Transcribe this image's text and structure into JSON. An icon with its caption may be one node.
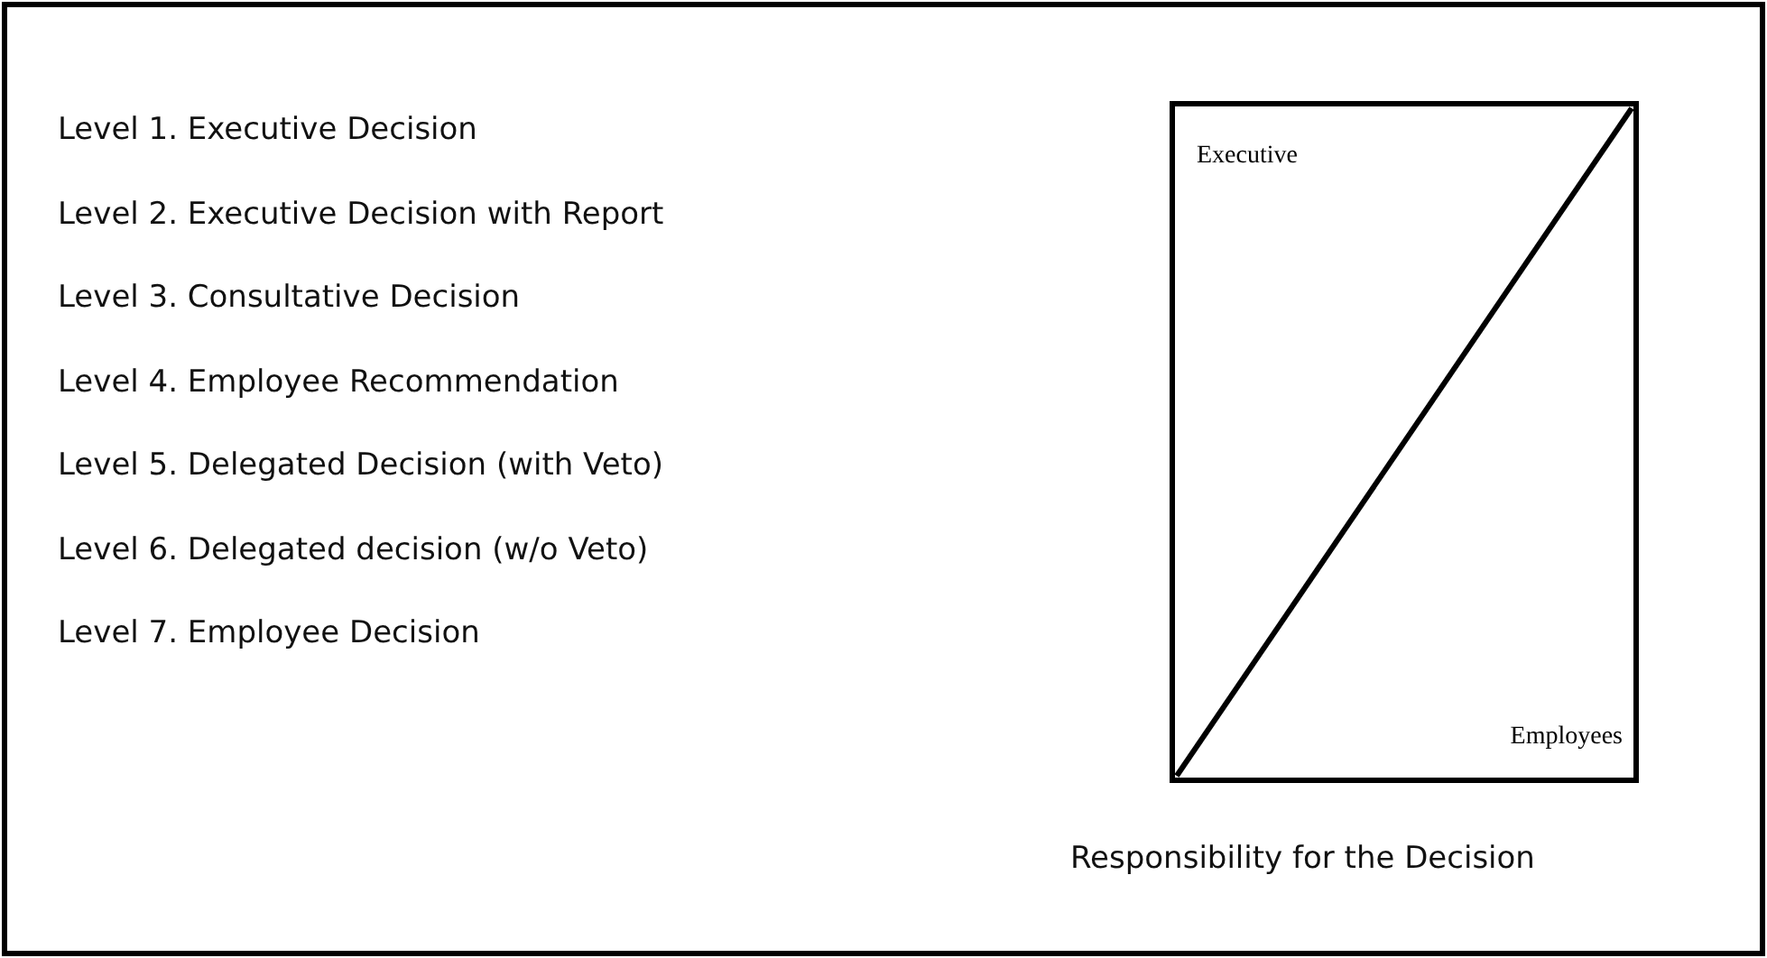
{
  "diagram": {
    "nodes": [
      {
        "text": [
          "Executive",
          "Employees"
        ],
        "beside": [
          "Responsibility for the Decision"
        ]
      }
    ],
    "labels": [
      "Level 1. Executive Decision",
      "Level 2. Executive Decision with Report",
      "Level 3. Consultative Decision",
      "Level 4. Employee Recommendation",
      "Level 5. Delegated Decision (with Veto)",
      "Level 6. Delegated decision (w/o Veto)",
      "Level 7. Employee Decision"
    ]
  }
}
